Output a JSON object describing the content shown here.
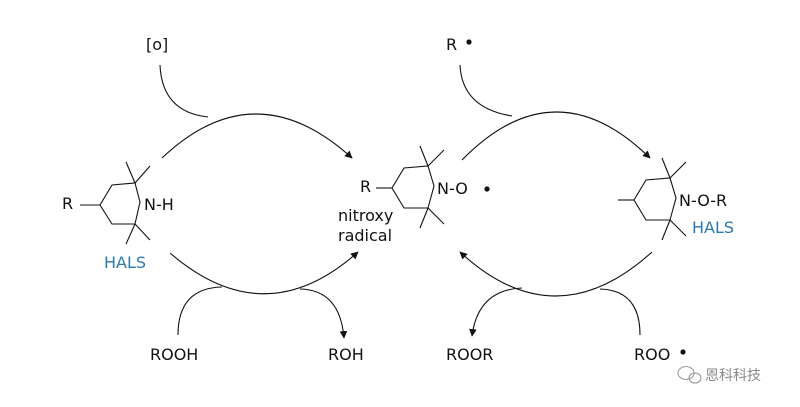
{
  "colors": {
    "ink": "#111111",
    "accent": "#2a7ab0",
    "watermark": "#8a8a8a"
  },
  "reagents": {
    "oxidant": "[o]",
    "alkyl_radical": "R",
    "hydroperoxide": "ROOH",
    "alcohol": "ROH",
    "peroxide": "ROOR",
    "peroxy_radical": "ROO"
  },
  "molecules": {
    "hals_left": {
      "r_group": "R",
      "nh_label": "N-H",
      "caption": "HALS"
    },
    "nitroxy": {
      "r_group": "R",
      "no_label": "N-O",
      "caption_line1": "nitroxy",
      "caption_line2": "radical"
    },
    "hals_right": {
      "nor_label": "N-O-R",
      "caption": "HALS"
    }
  },
  "watermark": {
    "text": "恩科科技",
    "icon": "wechat-icon"
  }
}
